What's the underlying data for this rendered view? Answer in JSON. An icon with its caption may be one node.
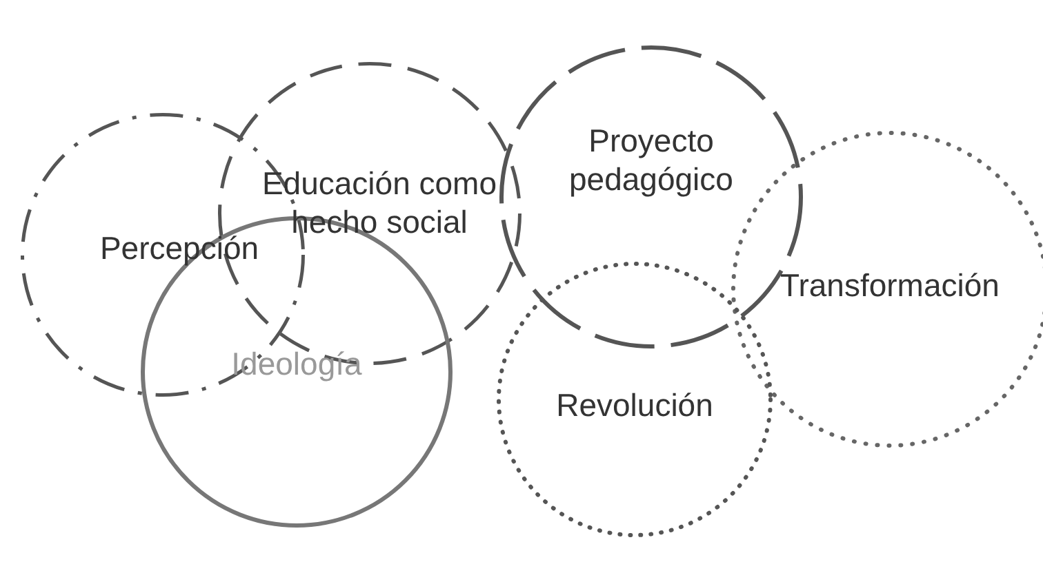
{
  "diagram": {
    "nodes": [
      {
        "text": [
          "Percepción"
        ]
      },
      {
        "text": [
          "Educación como hecho social"
        ]
      },
      {
        "text": [
          "Proyecto pedagógico"
        ]
      },
      {
        "text": [
          "Transformación"
        ]
      },
      {
        "text": [
          "Ideología"
        ]
      },
      {
        "text": [
          "Revolución"
        ]
      }
    ],
    "edges": []
  }
}
